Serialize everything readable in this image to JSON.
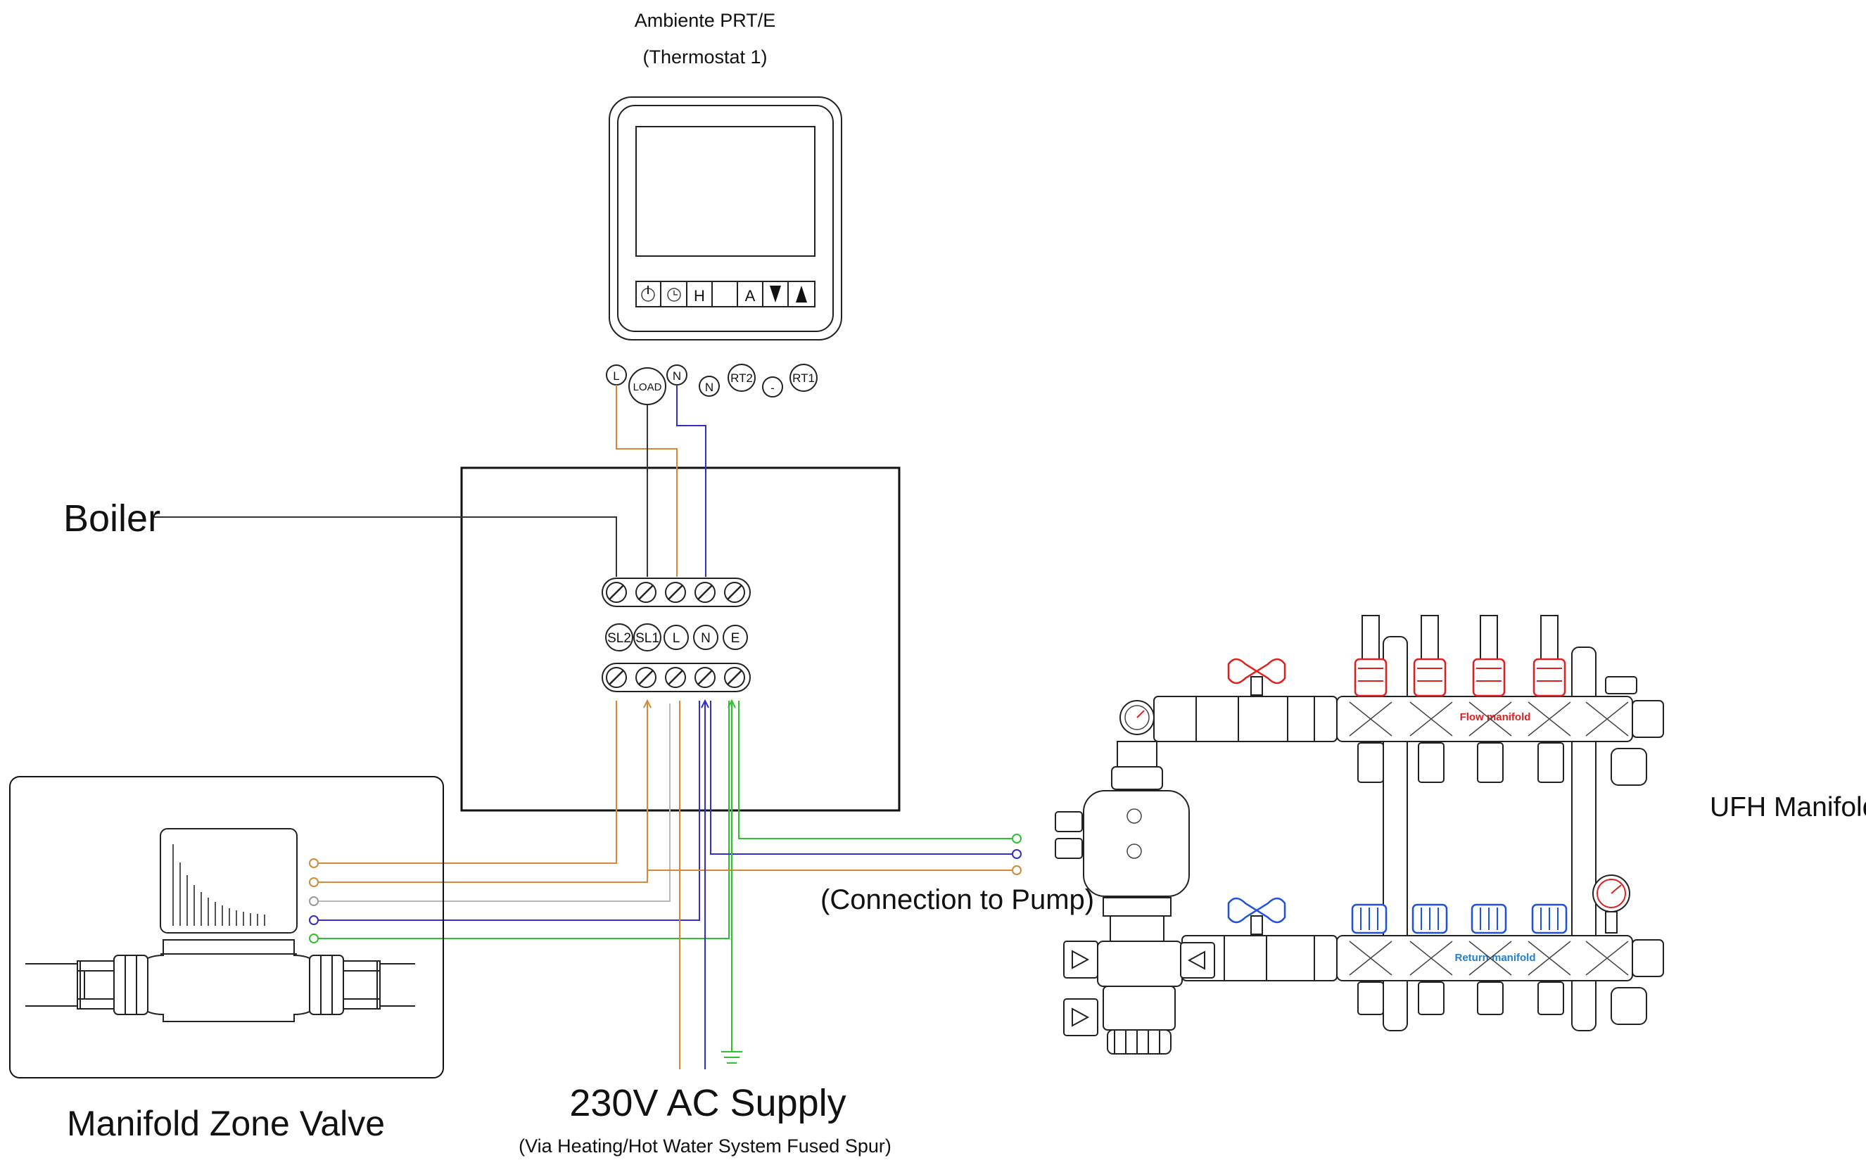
{
  "thermostat": {
    "title": "Ambiente PRT/E",
    "subtitle": "(Thermostat 1)",
    "buttons": [
      "H",
      "A"
    ],
    "terminals": [
      "L",
      "LOAD",
      "N",
      "N",
      "RT2",
      "-",
      "RT1"
    ]
  },
  "wiring_centre": {
    "terminals": [
      "SL2",
      "SL1",
      "L",
      "N",
      "E"
    ]
  },
  "labels": {
    "boiler": "Boiler",
    "zone_valve": "Manifold Zone Valve",
    "supply": "230V AC Supply",
    "supply_note": "(Via Heating/Hot Water System Fused Spur)",
    "pump": "(Connection to Pump)",
    "ufh": "UFH Manifold",
    "flow": "Flow manifold",
    "return": "Return manifold"
  },
  "colors": {
    "live_wire": "#d08a3a",
    "neutral_wire": "#3030c8",
    "earth_wire": "#2ec02e",
    "switched_wire": "#b8b8b8",
    "boiler_wire": "#333333",
    "flow_accent": "#e02020",
    "return_accent": "#2050e0"
  }
}
